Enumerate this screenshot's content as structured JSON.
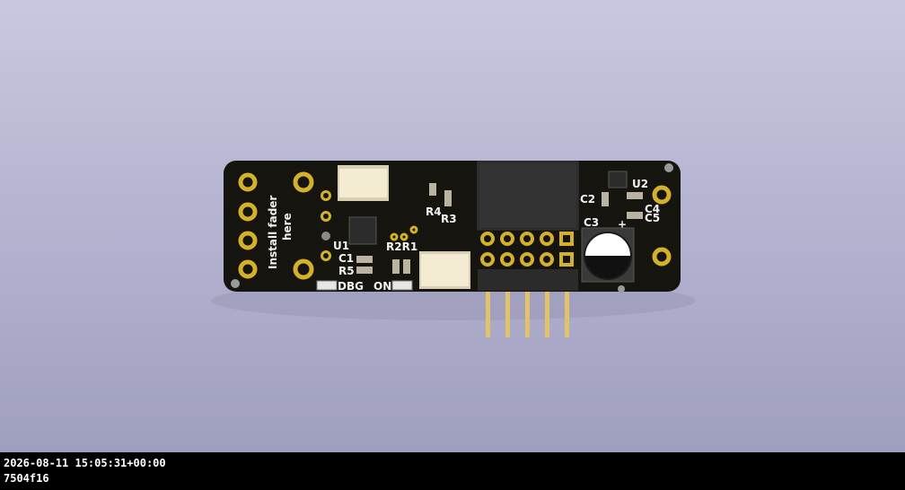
{
  "viewer": {
    "board": {
      "silkscreen_note_line1": "Install fader",
      "silkscreen_note_line2": "here",
      "refs": {
        "U1": "U1",
        "C1": "C1",
        "R5": "R5",
        "R4": "R4",
        "R3": "R3",
        "R2R1": "R2R1",
        "C2": "C2",
        "C3": "C3",
        "U2": "U2",
        "C4": "C4",
        "C5": "C5",
        "DBG": "DBG",
        "ON": "ON",
        "plus_mark": "+"
      },
      "colors": {
        "soldermask": "#16140f",
        "pad_gold": "#d4b12a",
        "connector_body": "#f4ecd2",
        "header_plastic": "#2b2b2b",
        "header_pin": "#e0c070",
        "cap_top": "#ffffff"
      }
    }
  },
  "status": {
    "timestamp": "2026-08-11 15:05:31+00:00",
    "hash": "7504f16"
  }
}
